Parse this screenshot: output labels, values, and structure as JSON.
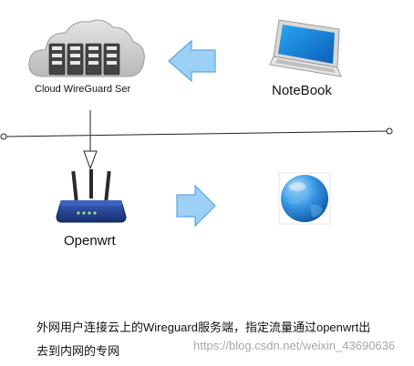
{
  "nodes": {
    "cloud_server": {
      "label": "Cloud WireGuard Ser",
      "icon": "cloud-server-icon"
    },
    "notebook": {
      "label": "NoteBook",
      "icon": "laptop-icon"
    },
    "openwrt": {
      "label": "Openwrt",
      "icon": "router-icon"
    },
    "internet": {
      "icon": "globe-icon"
    }
  },
  "caption": {
    "line1": "外网用户连接云上的Wireguard服务端，指定流量通过openwrt出",
    "line2": "去到内网的专网"
  },
  "watermark": "https://blog.csdn.net/weixin_43690636",
  "colors": {
    "arrow_fill": "#9dd0f5",
    "arrow_stroke": "#5ea6e0",
    "router_blue": "#1f3f8f",
    "globe_blue": "#1d7fd1",
    "cloud_gray": "#c8c8c8",
    "line": "#222222"
  }
}
